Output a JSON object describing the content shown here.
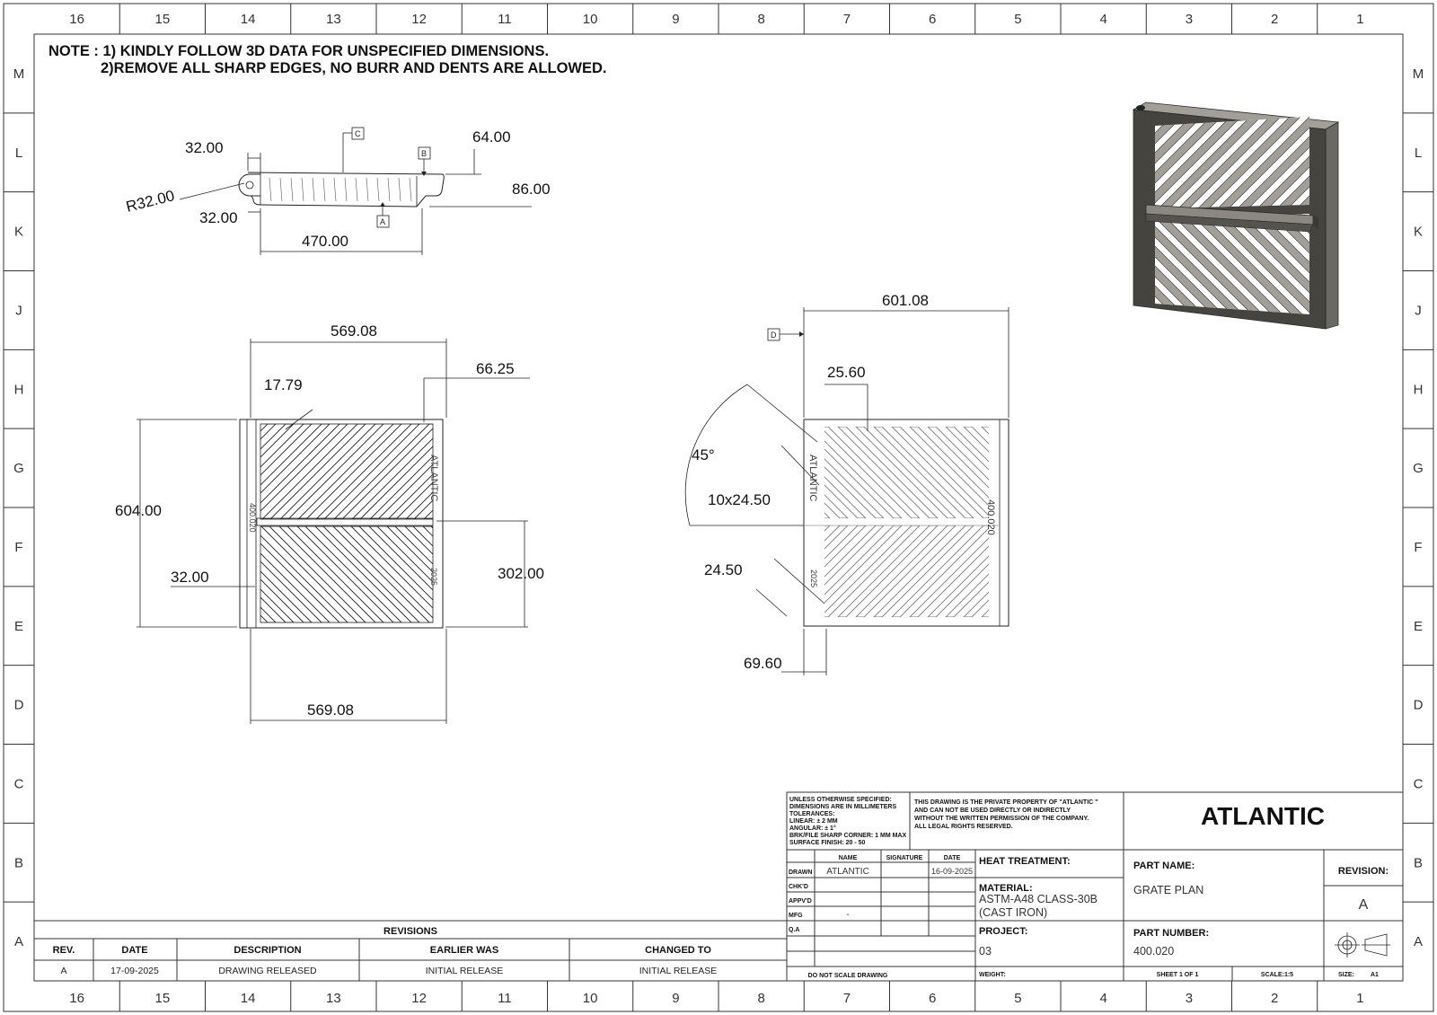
{
  "zones": {
    "columns": [
      "16",
      "15",
      "14",
      "13",
      "12",
      "11",
      "10",
      "9",
      "8",
      "7",
      "6",
      "5",
      "4",
      "3",
      "2",
      "1"
    ],
    "rows": [
      "M",
      "L",
      "K",
      "J",
      "H",
      "G",
      "F",
      "E",
      "D",
      "C",
      "B",
      "A"
    ]
  },
  "notes": {
    "line1": "NOTE : 1) KINDLY FOLLOW 3D DATA FOR UNSPECIFIED DIMENSIONS.",
    "line2": "2)REMOVE ALL SHARP EDGES, NO BURR AND DENTS ARE ALLOWED."
  },
  "side_view": {
    "dim_top_left": "32.00",
    "dim_bottom_left": "32.00",
    "radius": "R32.00",
    "dim_length": "470.00",
    "dim_top_right": "64.00",
    "dim_height": "86.00",
    "datum_a": "A",
    "datum_b": "B",
    "datum_c": "C"
  },
  "front_view": {
    "dim_width_top": "569.08",
    "dim_width_bottom": "569.08",
    "dim_slot": "17.79",
    "dim_rim": "66.25",
    "dim_height": "604.00",
    "dim_hinge": "32.00",
    "dim_half": "302.00",
    "engraving_brand": "ATLANTIC",
    "engraving_part": "400.020",
    "engraving_year": "2025"
  },
  "rear_view": {
    "dim_width": "601.08",
    "dim_slot": "25.60",
    "angle": "45°",
    "dim_slots": "10x24.50",
    "dim_pitch": "24.50",
    "dim_offset": "69.60",
    "datum_d": "D",
    "engraving_brand": "ATLANTIC",
    "engraving_part": "400.020",
    "engraving_year": "2025"
  },
  "title_block": {
    "general_notes": [
      "UNLESS OTHERWISE SPECIFIED:",
      "DIMENSIONS ARE IN MILLIMETERS",
      "TOLERANCES:",
      "LINEAR: ± 2 MM",
      "ANGULAR: ± 1°",
      "BRK/FILE SHARP CORNER: 1 MM MAX",
      "SURFACE FINISH: 20 - 50"
    ],
    "property_notice": [
      "THIS DRAWING IS THE PRIVATE PROPERTY OF \"ATLANTIC \"",
      "AND CAN NOT BE USED DIRECTLY OR INDIRECTLY",
      "WITHOUT THE WRITTEN PERMISSION  OF THE COMPANY.",
      "ALL LEGAL RIGHTS RESERVED."
    ],
    "company": "ATLANTIC",
    "col_name": "NAME",
    "col_signature": "SIGNATURE",
    "col_date": "DATE",
    "row_drawn": "DRAWN",
    "row_chkd": "CHK'D",
    "row_appvd": "APPV'D",
    "row_mfg": "MFG",
    "row_qa": "Q.A",
    "drawn_name": "ATLANTIC",
    "drawn_date": "16-09-2025",
    "mfg_name": "-",
    "heat_treatment_label": "HEAT TREATMENT:",
    "material_label": "MATERIAL:",
    "material_line1": "ASTM-A48 CLASS-30B",
    "material_line2": "(CAST IRON)",
    "project_label": "PROJECT:",
    "project_value": "03",
    "part_name_label": "PART NAME:",
    "part_name_value": "GRATE PLAN",
    "revision_label": "REVISION:",
    "revision_value": "A",
    "part_number_label": "PART NUMBER:",
    "part_number_value": "400.020",
    "do_not_scale": "DO NOT SCALE DRAWING",
    "weight_label": "WEIGHT:",
    "sheet": "SHEET 1 OF 1",
    "scale": "SCALE:1:5",
    "size_label": "SIZE:",
    "size_value": "A1"
  },
  "revisions": {
    "title": "REVISIONS",
    "headers": [
      "REV.",
      "DATE",
      "DESCRIPTION",
      "EARLIER WAS",
      "CHANGED TO"
    ],
    "rows": [
      [
        "A",
        "17-09-2025",
        "DRAWING RELEASED",
        "INITIAL RELEASE",
        "INITIAL RELEASE"
      ]
    ]
  },
  "colors": {
    "line": "#222222",
    "model_dark": "#3f3e3b",
    "model_mid": "#6b6963",
    "model_light": "#a19f98",
    "hatch": "#7a7a7a"
  }
}
